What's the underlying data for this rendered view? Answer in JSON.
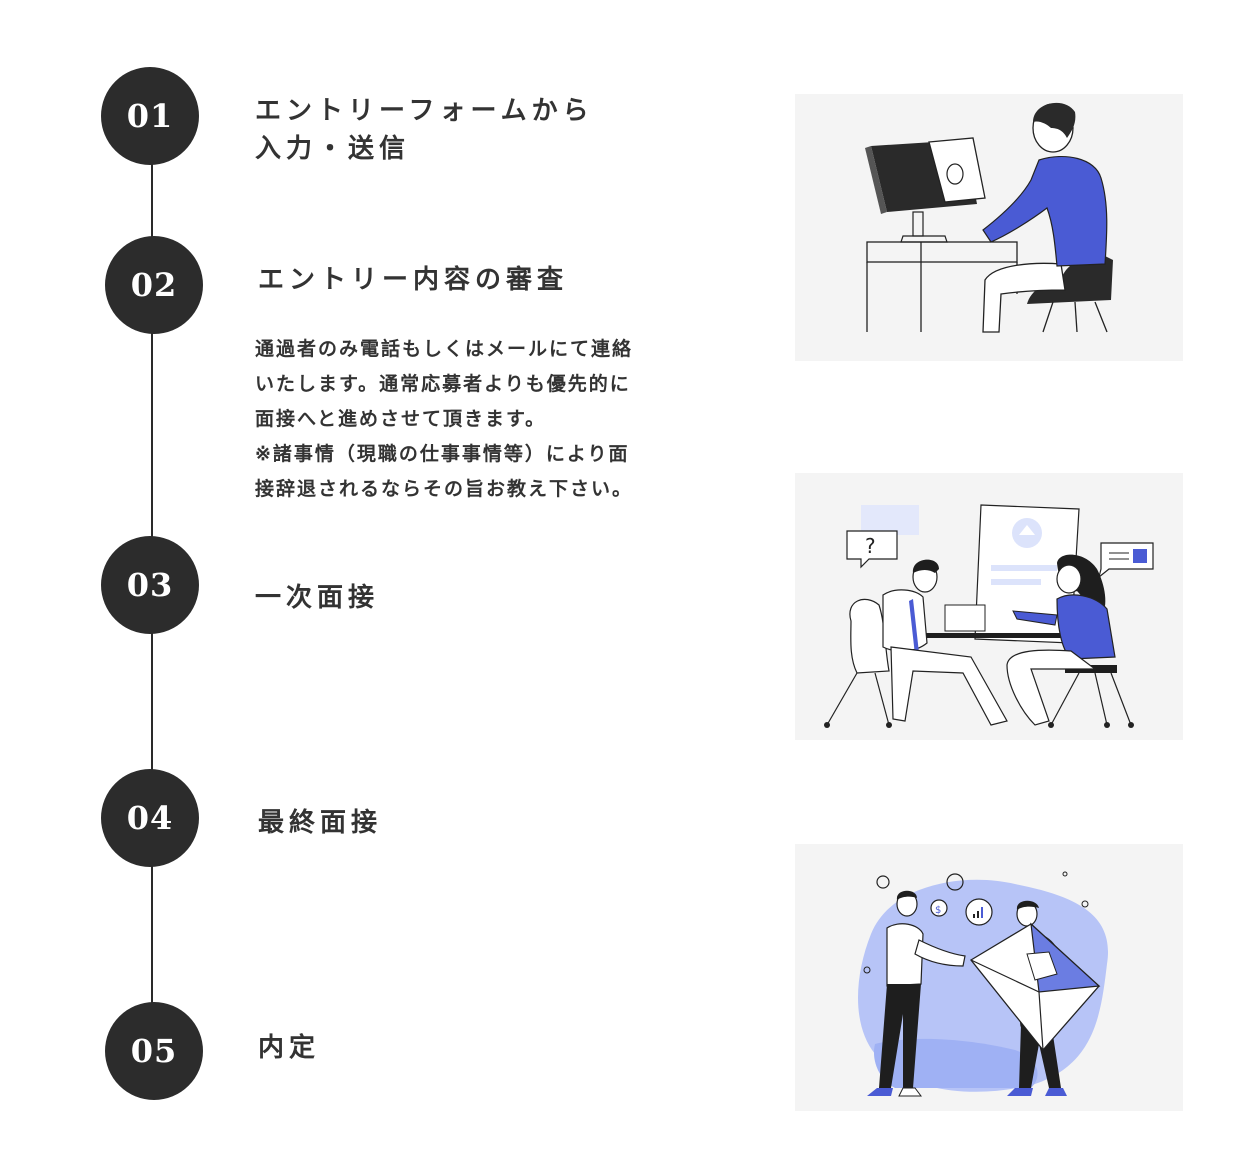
{
  "steps": [
    {
      "number": "01",
      "title": "エントリーフォームから\n入力・送信"
    },
    {
      "number": "02",
      "title": "エントリー内容の審査",
      "description": "通過者のみ電話もしくはメールにて連絡\nいたします。通常応募者よりも優先的に\n面接へと進めさせて頂きます。\n※諸事情（現職の仕事事情等）により面\n接辞退されるならその旨お教え下さい。"
    },
    {
      "number": "03",
      "title": "一次面接"
    },
    {
      "number": "04",
      "title": "最終面接"
    },
    {
      "number": "05",
      "title": "内定"
    }
  ],
  "illustrations": {
    "top": "person-at-computer",
    "middle": "interview-meeting",
    "bottom": "offer-letter-handover"
  },
  "colors": {
    "circle": "#2c2c2c",
    "accent_blue": "#4a5bd4",
    "light_blue": "#b7c4f7",
    "illus_bg": "#f4f4f4"
  },
  "illustration_text": {
    "question_mark": "?",
    "coin_symbol": "$"
  }
}
